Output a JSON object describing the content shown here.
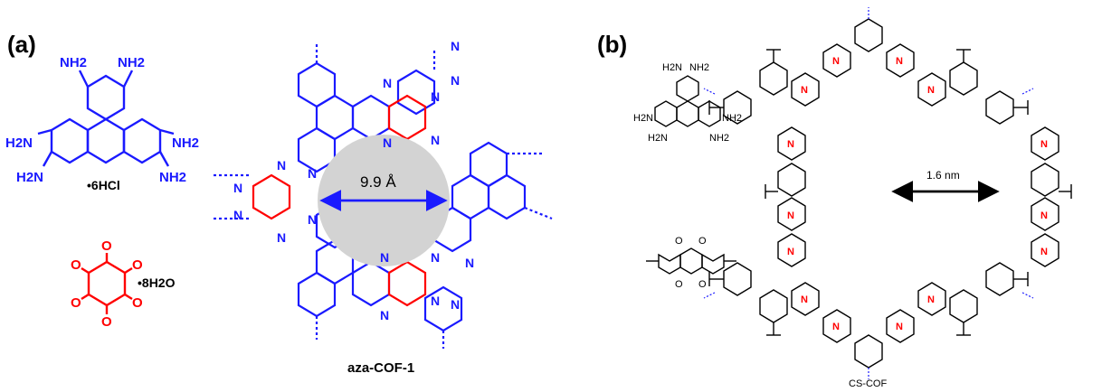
{
  "panel_a": {
    "label": "(a)",
    "monomer_amine": {
      "nh2": "NH2",
      "h2n": "H2N",
      "salt": "•6HCl"
    },
    "monomer_ketone": {
      "o": "O",
      "hydrate": "•8H2O"
    },
    "framework": {
      "n": "N",
      "pore_size": "9.9 Å",
      "name": "aza-COF-1"
    }
  },
  "panel_b": {
    "label": "(b)",
    "monomer_amine": {
      "nh2": "NH2",
      "h2n": "H2N"
    },
    "monomer_dione": {
      "o": "O"
    },
    "framework": {
      "n": "N",
      "pore_size": "1.6 nm",
      "name": "CS-COF"
    }
  },
  "colors": {
    "blue": "#1a1aff",
    "red": "#ff0000",
    "black": "#000000",
    "pore_fill": "#d3d3d3"
  }
}
